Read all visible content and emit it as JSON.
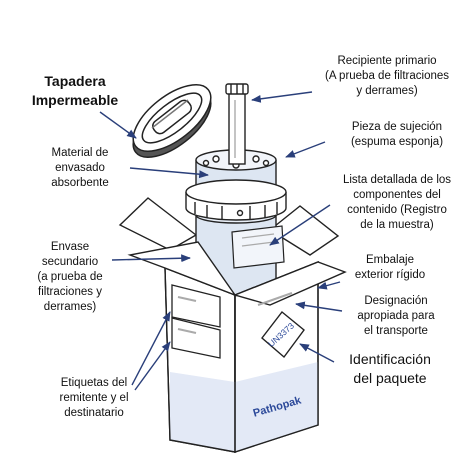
{
  "labels": {
    "lid": "Tapadera\nImpermeable",
    "absorbent": "Material de\nenvasado\nabsorbente",
    "secondary": "Envase\nsecundario\n(a prueba de\nfiltraciones y\nderrames)",
    "sender_labels": "Etiquetas del\nremitente y el\ndestinatario",
    "primary": "Recipiente primario\n(A prueba de filtraciones\ny derrames)",
    "holder": "Pieza de sujeción\n(espuma esponja)",
    "list": "Lista detallada de los\ncomponentes del\ncontenido (Registro\nde la muestra)",
    "outer": "Embalaje\nexterior rígido",
    "designation": "Designación\napropiada para\nel transporte",
    "identification": "Identificación\ndel paquete"
  },
  "box": {
    "brand": "Pathopak",
    "un_code": "UN3373"
  },
  "colors": {
    "arrow": "#2a3f7a",
    "cylinder": "#dde6f2",
    "box_bottom": "#e3e9f6",
    "brand_text": "#2d4a9a"
  }
}
